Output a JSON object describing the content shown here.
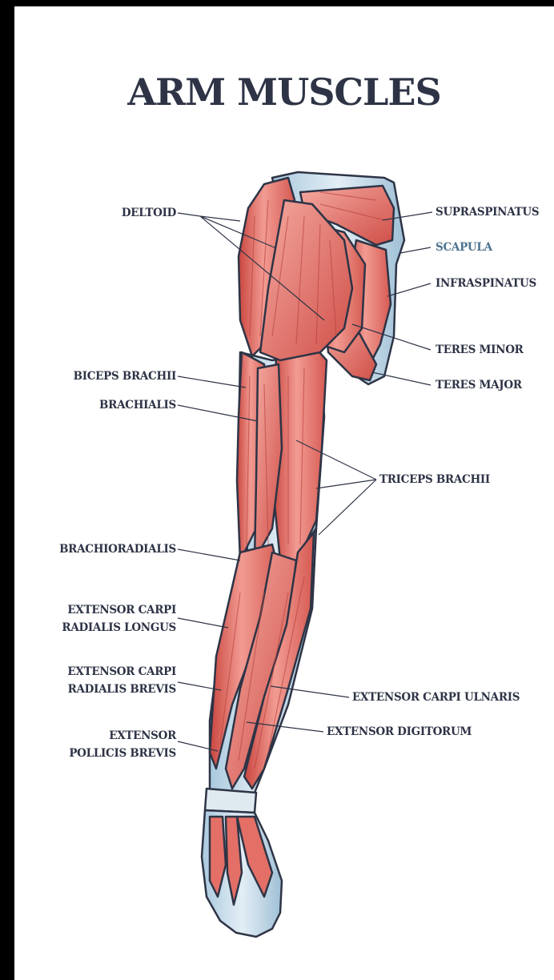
{
  "title": "ARM MUSCLES",
  "labels": {
    "deltoid": "DELTOID",
    "supraspinatus": "SUPRASPINATUS",
    "scapula": "SCAPULA",
    "infraspinatus": "INFRASPINATUS",
    "teres_minor": "TERES MINOR",
    "teres_major": "TERES MAJOR",
    "biceps_brachii": "BICEPS BRACHII",
    "brachialis": "BRACHIALIS",
    "triceps_brachii": "TRICEPS BRACHII",
    "brachioradialis": "BRACHIORADIALIS",
    "ecrl_line1": "EXTENSOR CARPI",
    "ecrl_line2": "RADIALIS LONGUS",
    "ecrb_line1": "EXTENSOR CARPI",
    "ecrb_line2": "RADIALIS BREVIS",
    "epb_line1": "EXTENSOR",
    "epb_line2": "POLLICIS BREVIS",
    "extensor_carpi_ulnaris": "EXTENSOR CARPI ULNARIS",
    "extensor_digitorum": "EXTENSOR DIGITORUM"
  },
  "colors": {
    "muscle": "#e0685f",
    "muscle_light": "#f2a39a",
    "muscle_dark": "#b8413c",
    "tendon": "#c6dcea",
    "outline": "#2e3446",
    "label_text": "#2e3446",
    "scapula_text": "#4d7390"
  }
}
